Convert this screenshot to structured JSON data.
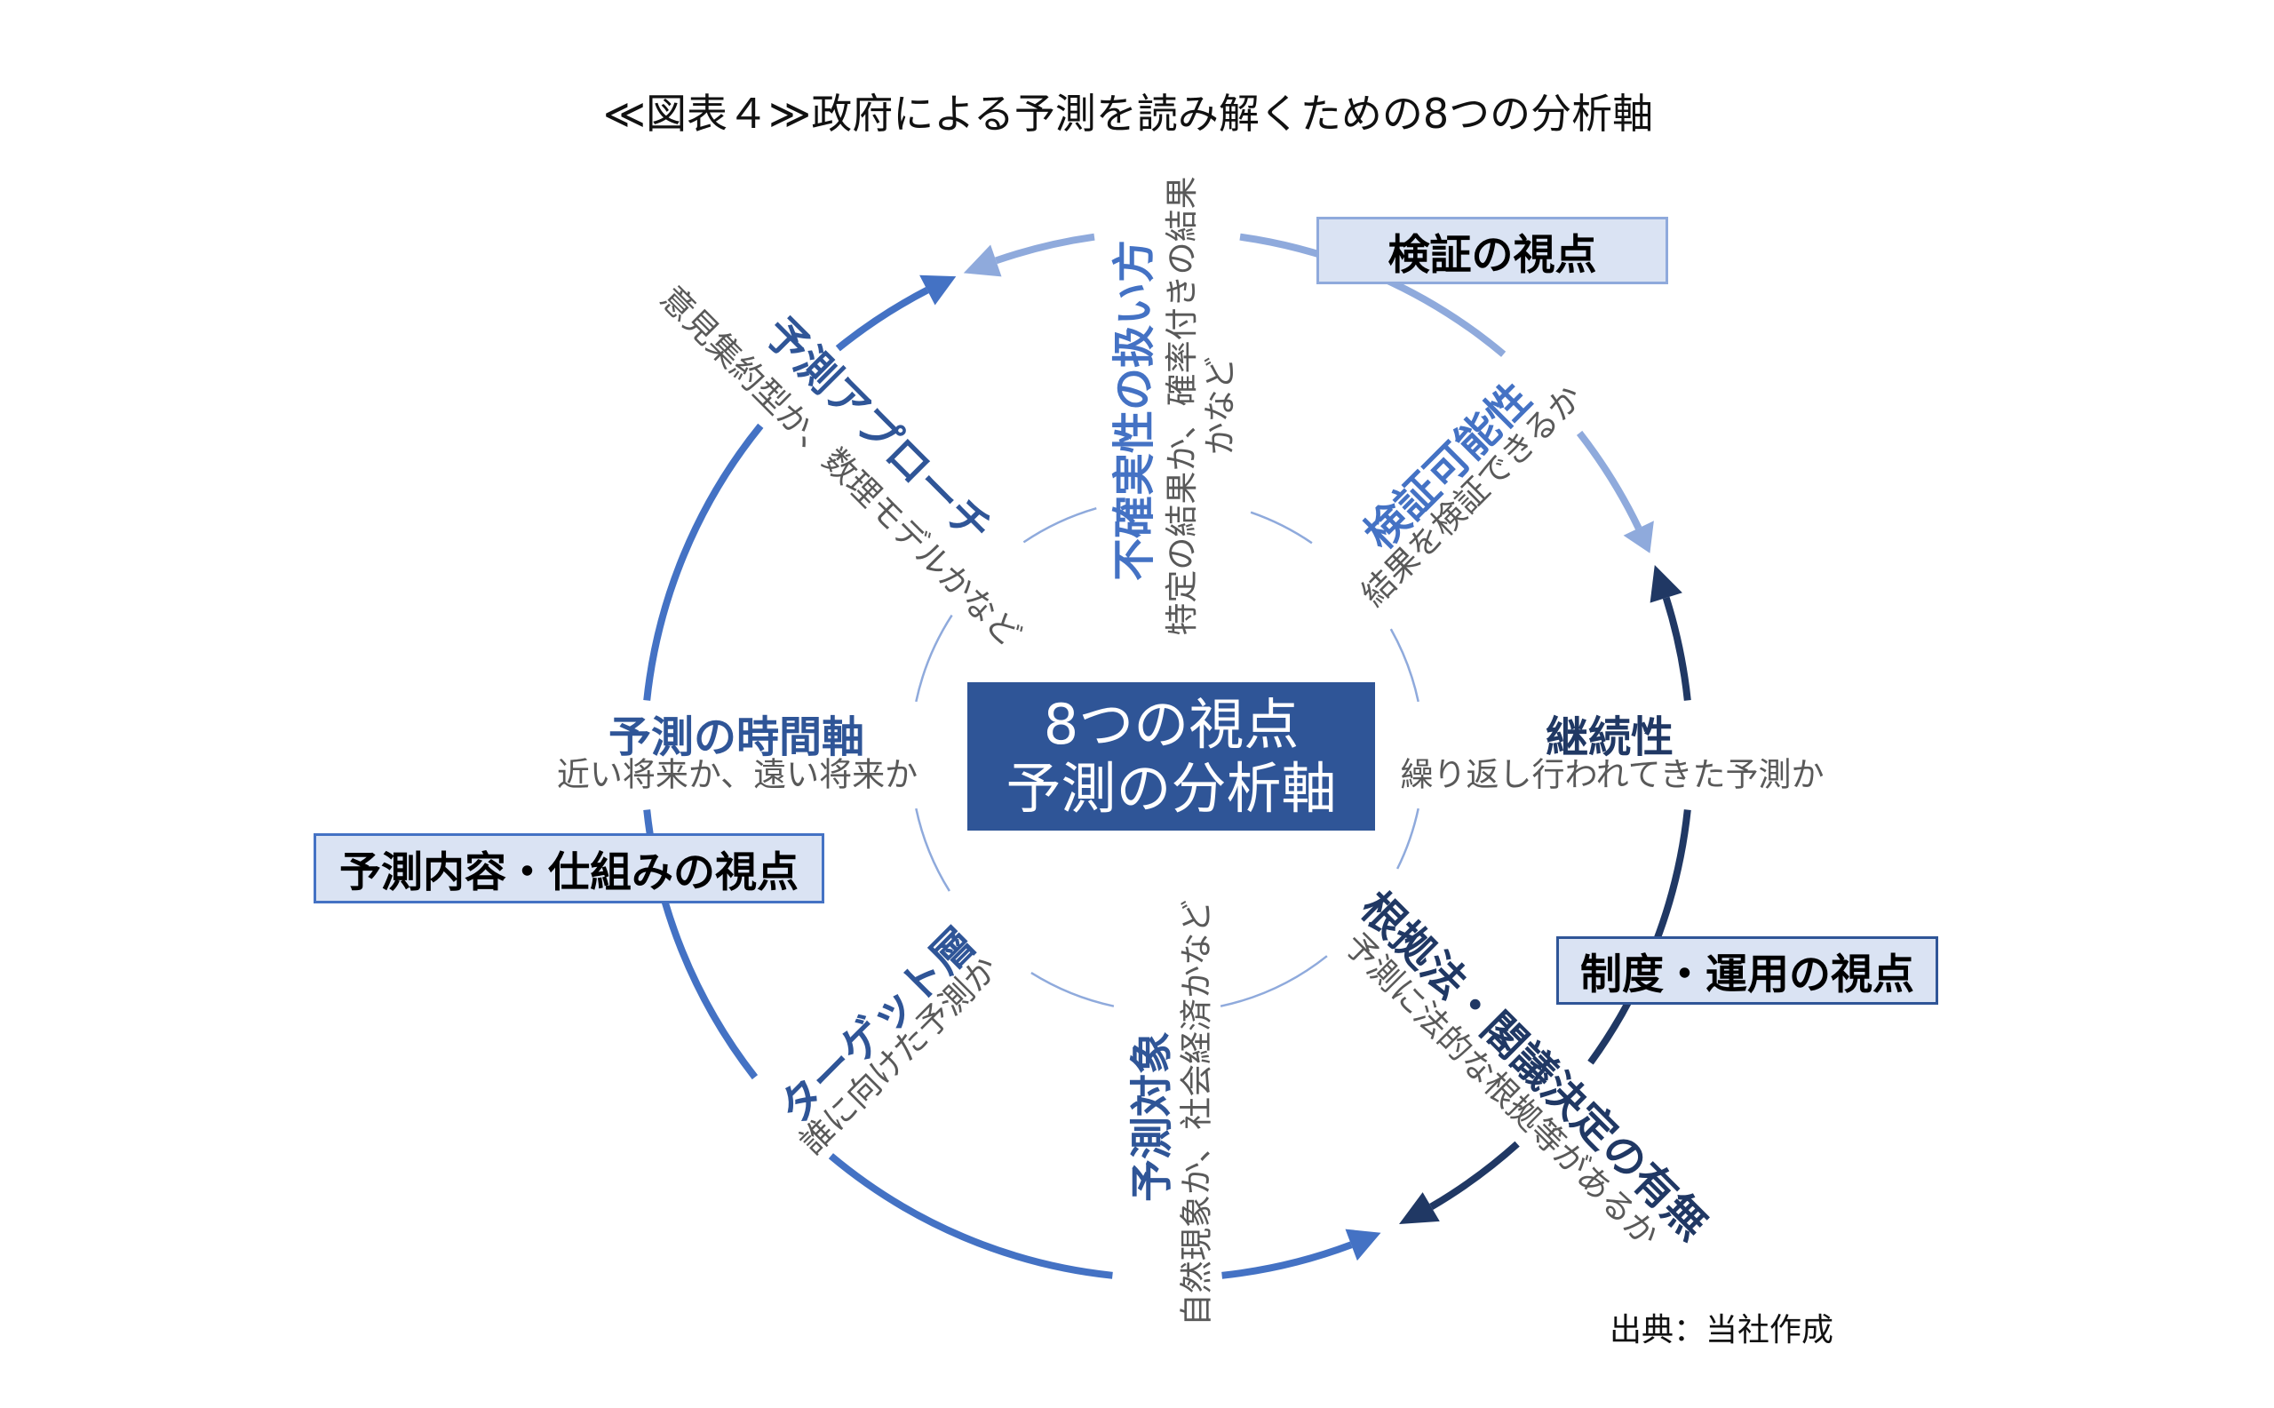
{
  "figure": {
    "title": "≪図表４≫政府による予測を読み解くための8つの分析軸",
    "source": "出典：当社作成"
  },
  "center": {
    "line1": "8つの視点",
    "line2": "予測の分析軸"
  },
  "categories": {
    "verification": {
      "label": "検証の視点",
      "arc_color": "#8FAADC",
      "border": "#8FAADC",
      "title_color": "#4472C4"
    },
    "institution": {
      "label": "制度・運用の視点",
      "arc_color": "#203864",
      "border": "#2F5597",
      "title_color": "#203864"
    },
    "content": {
      "label": "予測内容・仕組みの視点",
      "arc_color": "#4472C4",
      "border": "#4472C4",
      "title_color": "#2F5597"
    }
  },
  "axes": [
    {
      "id": "uncertainty",
      "group": "verification",
      "title": "不確実性の扱い方",
      "description": "特定の結果か、確率付きの結果\nかなど"
    },
    {
      "id": "verifiability",
      "group": "verification",
      "title": "検証可能性",
      "description": "結果を検証できるか"
    },
    {
      "id": "continuity",
      "group": "institution",
      "title": "継続性",
      "description": "繰り返し行われてきた予測か"
    },
    {
      "id": "legal-basis",
      "group": "institution",
      "title": "根拠法・閣議決定の有無",
      "description": "予測に法的な根拠等があるか"
    },
    {
      "id": "target",
      "group": "content",
      "title": "予測対象",
      "description": "自然現象か、社会経済かなど"
    },
    {
      "id": "audience",
      "group": "content",
      "title": "ターゲット層",
      "description": "誰に向けた予測か"
    },
    {
      "id": "horizon",
      "group": "content",
      "title": "予測の時間軸",
      "description": "近い将来か、遠い将来か"
    },
    {
      "id": "approach",
      "group": "content",
      "title": "予測アプローチ",
      "description": "意見集約型か、数理モデルかなど"
    }
  ],
  "palette": {
    "center_fill": "#2F5597",
    "box_fill": "#DAE3F3",
    "description": "#595959",
    "inner_ring": "#8FAADC"
  }
}
